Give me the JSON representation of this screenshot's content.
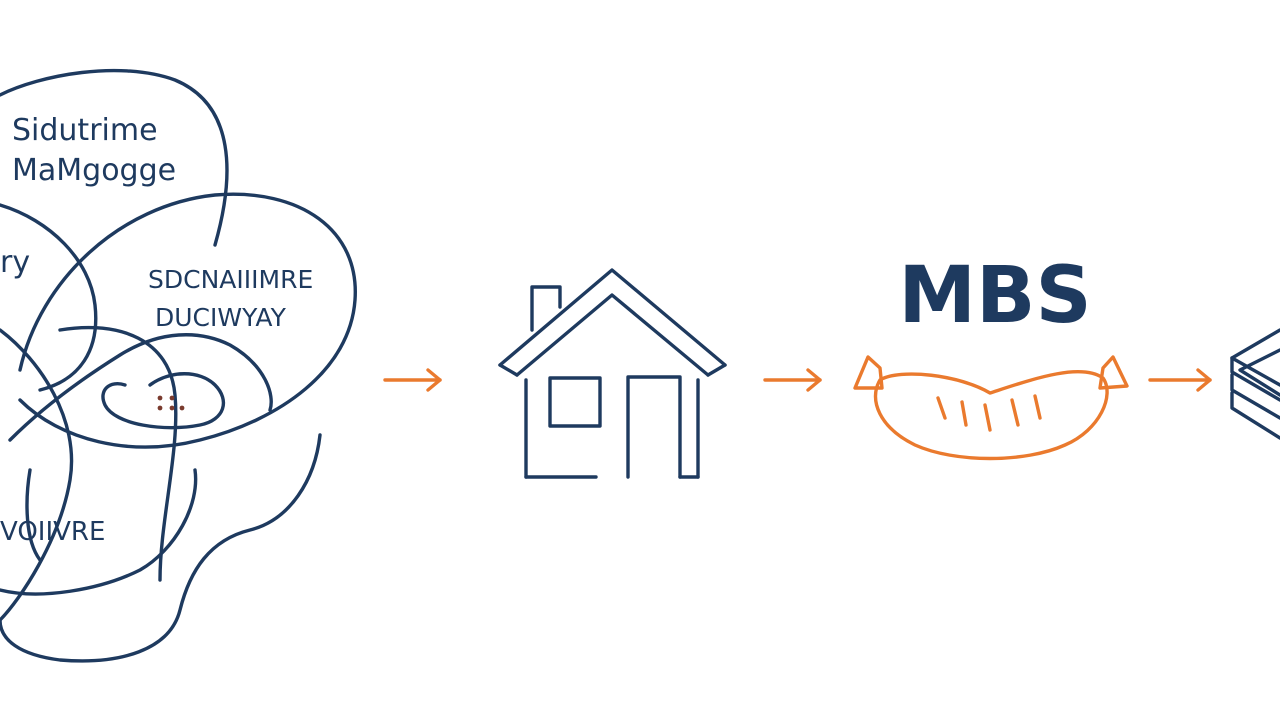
{
  "blob": {
    "label_top_line1": "Sidutrime",
    "label_top_line2": "MaMgogge",
    "label_left": "ry",
    "label_middle_line1": "SDCNAIIIMRE",
    "label_middle_line2": "DUCIWYAY",
    "label_bottom": "VOIIVRE"
  },
  "nodes": {
    "mbs_title": "MBS"
  },
  "colors": {
    "line_navy": "#1e3a5f",
    "accent_orange": "#ea7a2e",
    "background": "#ffffff"
  },
  "icons": [
    "tangled-knot-icon",
    "house-icon",
    "sausage-icon",
    "stacked-layers-icon"
  ]
}
